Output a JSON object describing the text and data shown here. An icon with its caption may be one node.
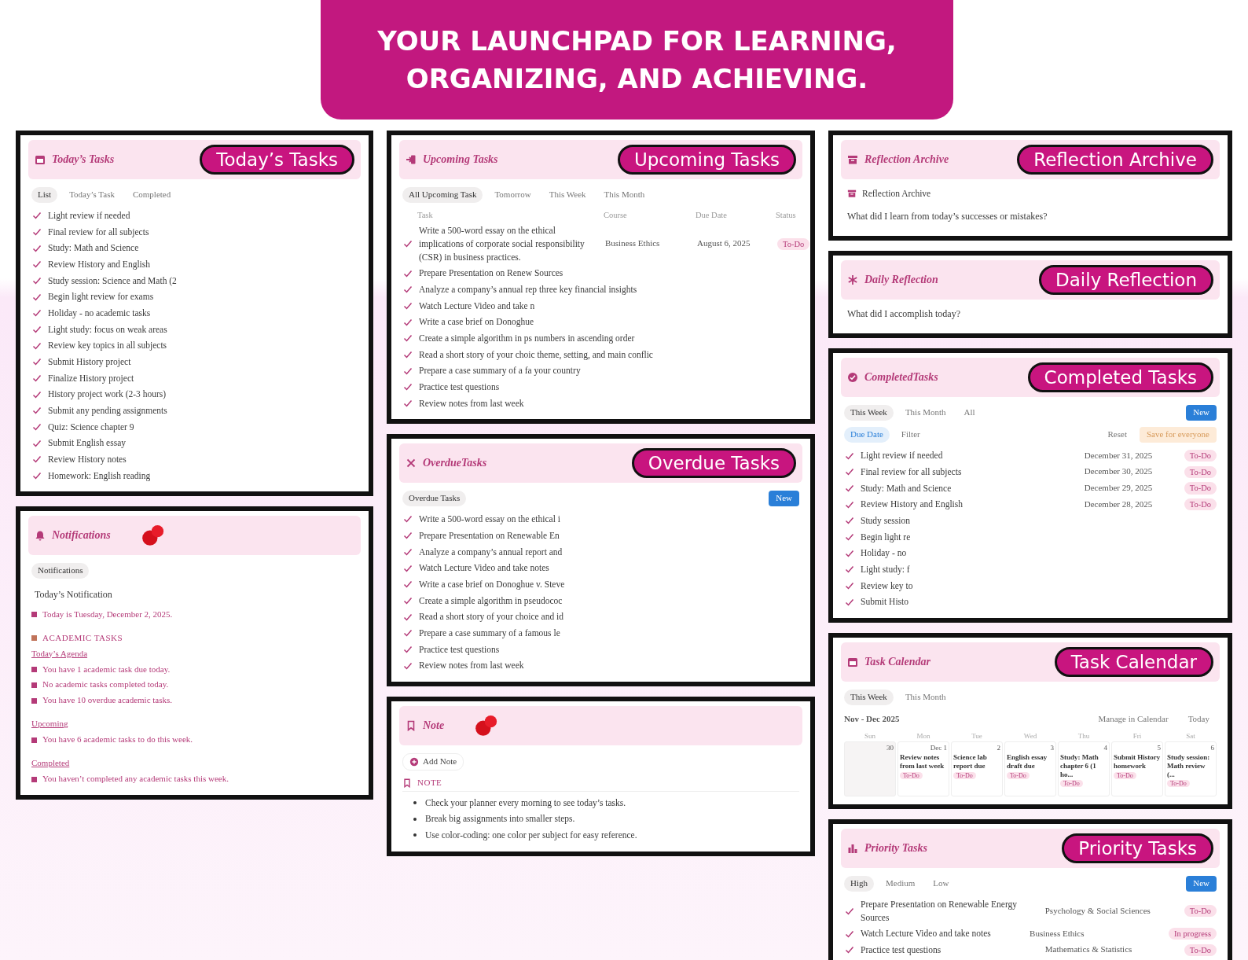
{
  "diagram": {
    "title": "YOUR LAUNCHPAD FOR LEARNING, ORGANIZING, AND ACHIEVING.",
    "nodes": [
      {
        "text": [
          "Today’s Tasks",
          "List",
          "Today’s Task",
          "Completed",
          "Light review if needed",
          "Final review for all subjects",
          "Study: Math and Science",
          "Review History and English",
          "Study session: Science and Math (2",
          "Begin light review for exams",
          "Holiday - no academic tasks",
          "Light study: focus on weak areas",
          "Review key topics in all subjects",
          "Submit History project",
          "Finalize History project",
          "History project work (2-3 hours)",
          "Submit any pending assignments",
          "Quiz: Science chapter 9",
          "Submit English essay",
          "Review History notes",
          "Homework: English reading"
        ]
      },
      {
        "text": [
          "Today’s Tasks"
        ],
        "in": 0
      },
      {
        "text": [
          "Notifications",
          "Notifications",
          "Today’s Notification",
          "Today is Tuesday, December 2, 2025.",
          "ACADEMIC TASKS",
          "Today’s Agenda",
          "You have 1 academic task due today.",
          "No academic tasks completed today.",
          "You have 10 overdue academic tasks.",
          "Upcoming",
          "You have 6 academic tasks to do this week.",
          "Completed",
          "You haven’t completed any academic tasks this week."
        ]
      },
      {
        "text": [
          "Upcoming Tasks",
          "All Upcoming Task",
          "Tomorrow",
          "This Week",
          "This Month",
          "Task",
          "Course",
          "Due Date",
          "Status",
          "Write a 500-word essay on the ethical implications of corporate social responsibility (CSR) in business practices.",
          "Business Ethics",
          "August 6, 2025",
          "To-Do",
          "Prepare Presentation on Renew Sources",
          "Analyze a company’s annual rep three key financial insights",
          "Watch Lecture Video and take n",
          "Write a case brief on Donoghue",
          "Create a simple algorithm in ps numbers in ascending order",
          "Read a short story of your choic theme, setting, and main conflic",
          "Prepare a case summary of a fa your country",
          "Practice test questions",
          "Review notes from last week"
        ]
      },
      {
        "text": [
          "Upcoming Tasks"
        ],
        "in": 3
      },
      {
        "text": [
          "OverdueTasks",
          "Overdue Tasks",
          "New",
          "Write a 500-word essay on the ethical i",
          "Prepare Presentation on Renewable En",
          "Analyze a company’s annual report and",
          "Watch Lecture Video and take notes",
          "Write a case brief on Donoghue v. Steve",
          "Create a simple algorithm in pseudococ",
          "Read a short story of your choice and id",
          "Prepare a case summary of a famous le",
          "Practice test questions",
          "Review notes from last week"
        ]
      },
      {
        "text": [
          "Overdue Tasks"
        ],
        "in": 5
      },
      {
        "text": [
          "Note",
          "Add Note",
          "NOTE",
          "Check your planner every morning to see today’s tasks.",
          "Break big assignments into smaller steps.",
          "Use color-coding: one color per subject for easy reference."
        ]
      },
      {
        "text": [
          "Reflection Archive",
          "Reflection Archive",
          "What did I learn from today’s successes or mistakes?"
        ]
      },
      {
        "text": [
          "Reflection Archive"
        ],
        "in": 8
      },
      {
        "text": [
          "Daily Reflection",
          "What did I accomplish today?"
        ]
      },
      {
        "text": [
          "Daily Reflection"
        ],
        "in": 10
      },
      {
        "text": [
          "CompletedTasks",
          "This Week",
          "This Month",
          "All",
          "New",
          "Due Date",
          "Filter",
          "Reset",
          "Save for everyone",
          "Light review if needed",
          "December 31, 2025",
          "To-Do",
          "Final review for all subjects",
          "December 30, 2025",
          "To-Do",
          "Study: Math and Science",
          "December 29, 2025",
          "To-Do",
          "Review History and English",
          "December 28, 2025",
          "To-Do",
          "Study session",
          "Begin light re",
          "Holiday - no",
          "Light study: f",
          "Review key to",
          "Submit Histo"
        ]
      },
      {
        "text": [
          "Completed Tasks"
        ],
        "in": 12
      },
      {
        "text": [
          "Task Calendar",
          "This Week",
          "This Month",
          "Nov - Dec 2025",
          "Manage in Calendar",
          "Today",
          "Sun",
          "Mon",
          "Tue",
          "Wed",
          "Thu",
          "Fri",
          "Sat",
          "30",
          "Dec 1",
          "2",
          "3",
          "4",
          "5",
          "6",
          "Review notes from last week",
          "To-Do",
          "Science lab report due",
          "To-Do",
          "English essay draft due",
          "To-Do",
          "Study: Math chapter 6 (1 ho...",
          "To-Do",
          "Submit History homework",
          "To-Do",
          "Study session: Math review (...",
          "To-Do"
        ]
      },
      {
        "text": [
          "Task Calendar"
        ],
        "in": 14
      },
      {
        "text": [
          "Priority Tasks",
          "High",
          "Medium",
          "Low",
          "New",
          "Prepare Presentation on Renewable Energy Sources",
          "Psychology & Social Sciences",
          "To-Do",
          "Watch Lecture Video and take notes",
          "Business Ethics",
          "In progress",
          "Practice test questions",
          "Mathematics & Statistics",
          "To-Do"
        ]
      },
      {
        "text": [
          "Priority Tasks"
        ],
        "in": 16
      }
    ]
  }
}
